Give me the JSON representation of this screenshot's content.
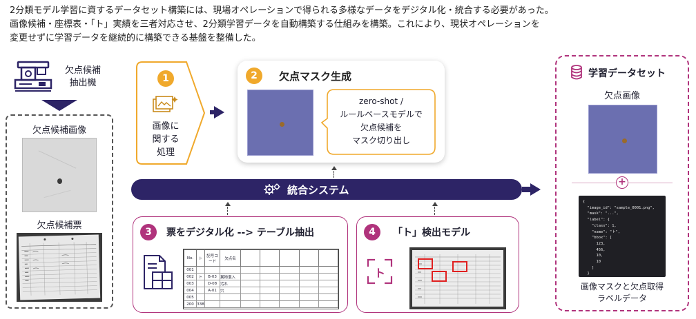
{
  "intro": {
    "line1": "2分類モデル学習に資するデータセット構築には、現場オペレーションで得られる多様なデータをデジタル化・統合する必要があった。",
    "line2": "画像候補・座標表・「ト」実績を三者対応させ、2分類学習データを自動構築する仕組みを構築。これにより、現状オペレーションを",
    "line3": "変更せずに学習データを継続的に構築できる基盤を整備した。"
  },
  "machine": {
    "label_line1": "欠点候補",
    "label_line2": "抽出機"
  },
  "left_panel": {
    "image_label": "欠点候補画像",
    "sheet_label": "欠点候補票"
  },
  "step1": {
    "number": "1",
    "line1": "画像に",
    "line2": "関する",
    "line3": "処理"
  },
  "step2": {
    "number": "2",
    "title": "欠点マスク生成",
    "callout_line1": "zero-shot /",
    "callout_line2": "ルールベースモデルで",
    "callout_line3": "欠点候補を",
    "callout_line4": "マスク切り出し"
  },
  "integration": {
    "label": "統合システム"
  },
  "step3": {
    "number": "3",
    "title": "票をデジタル化 --> テーブル抽出"
  },
  "step4": {
    "number": "4",
    "title": "「ト」検出モデル",
    "icon_char": "ト"
  },
  "table": {
    "headers": [
      "No.",
      "ト",
      "記号コード",
      "欠点名"
    ],
    "rows": [
      [
        "001",
        "",
        "",
        ""
      ],
      [
        "002",
        "ト",
        "B-03",
        "異物混入"
      ],
      [
        "003",
        "",
        "D-08",
        "汚れ"
      ],
      [
        "004",
        "",
        "A-01",
        "穴"
      ],
      [
        "005",
        "",
        "",
        ""
      ],
      [
        "200",
        "338",
        "",
        ""
      ]
    ]
  },
  "dataset": {
    "title": "学習データセット",
    "image_label": "欠点画像",
    "plus": "+",
    "caption_line1": "画像マスクと欠点取得",
    "caption_line2": "ラベルデータ",
    "json_lines": [
      "{",
      "  \"image_id\": \"sample_0001.png\",",
      "  \"mask\": \"...\",",
      "  \"label\": {",
      "    \"class\": 1,",
      "    \"name\": \"ト\",",
      "    \"bbox\": [",
      "      123,",
      "      456,",
      "      10,",
      "      10",
      "    ]",
      "  }",
      "}"
    ]
  },
  "colors": {
    "navy": "#2d2466",
    "accent_magenta": "#b0337c",
    "accent_orange": "#f0a92c",
    "mask_purple": "#6b6fb0"
  }
}
